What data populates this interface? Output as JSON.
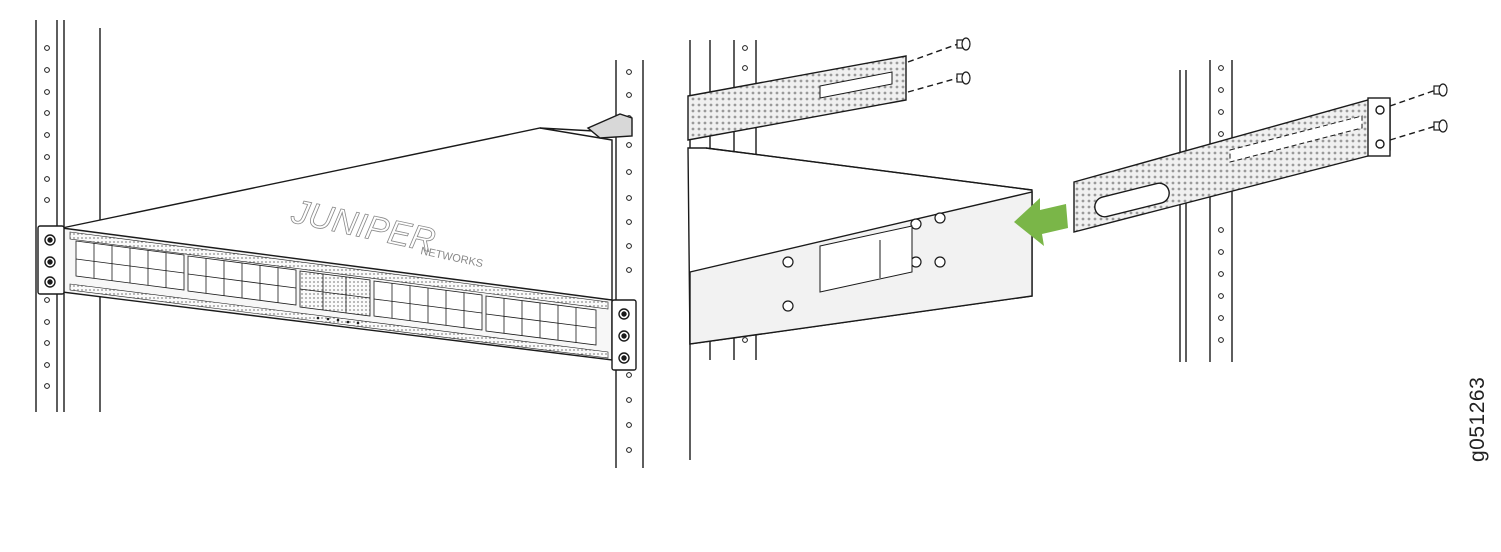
{
  "figure_id": "g051263",
  "logo_text": "JUNIPER",
  "logo_subtext": "NETWORKS",
  "colors": {
    "outline": "#1a1a1a",
    "panel_fill": "#f5f5f5",
    "bracket_fill": "#e6e6e6",
    "arrow": "#7ab648",
    "rail": "#444444"
  },
  "icons": [
    "screw-icon",
    "insert-arrow-icon",
    "rack-hole-icon"
  ]
}
